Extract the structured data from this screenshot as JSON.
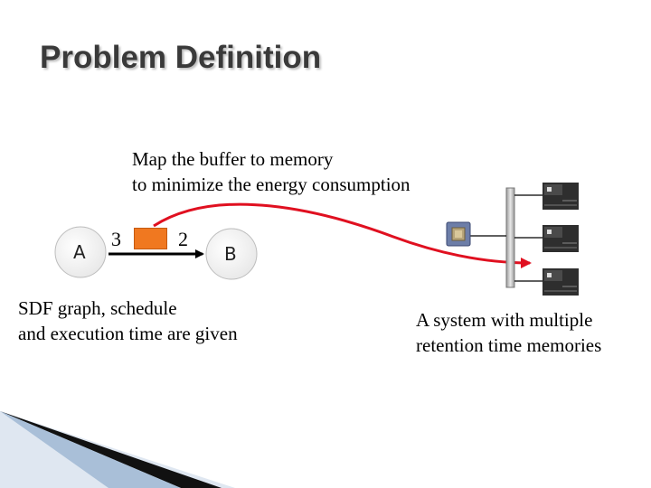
{
  "title": "Problem Definition",
  "caption_map": [
    "Map the buffer to memory",
    "to minimize the energy consumption"
  ],
  "graph": {
    "node_a": "A",
    "node_b": "B",
    "rate_out": "3",
    "rate_in": "2"
  },
  "caption_sdf": [
    "SDF graph, schedule",
    "and execution time are given"
  ],
  "caption_system": [
    "A system with multiple",
    "retention time memories"
  ],
  "colors": {
    "buffer": "#f07820",
    "mapping_arrow": "#e01020",
    "bus": "#c9c9c9",
    "title": "#3a3a3a"
  },
  "icons": {
    "processor": "processor-chip-icon",
    "memory": "memory-chip-icon"
  }
}
